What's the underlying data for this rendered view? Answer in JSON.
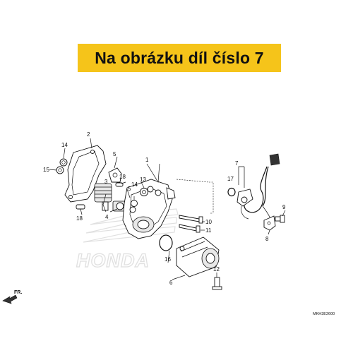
{
  "banner": {
    "text": "Na obrázku díl číslo 7",
    "color": "#f5c41a"
  },
  "watermark": {
    "text": "HONDA"
  },
  "direction_label": "FR.",
  "diagram_code": "MKH3E2600",
  "callouts": [
    "1",
    "2",
    "3",
    "4",
    "5",
    "5",
    "6",
    "7",
    "8",
    "9",
    "10",
    "11",
    "12",
    "13",
    "14",
    "14",
    "15",
    "16",
    "17",
    "18",
    "18"
  ]
}
